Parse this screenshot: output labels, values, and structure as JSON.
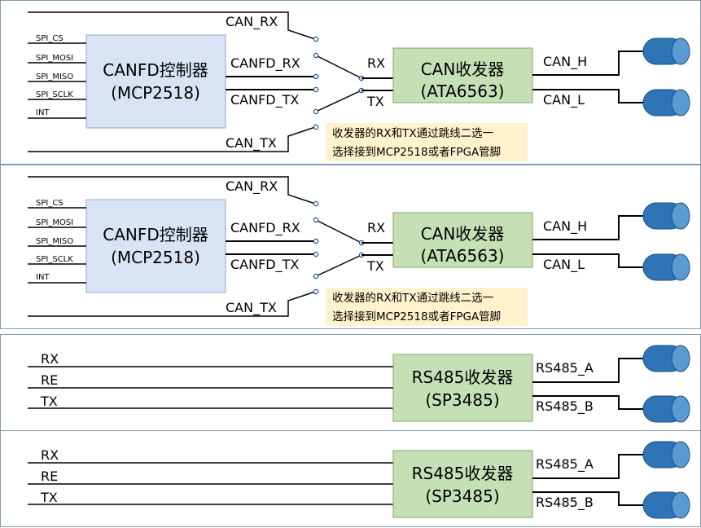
{
  "can_panels": [
    {
      "controller": {
        "line1": "CANFD控制器",
        "line2": "(MCP2518)"
      },
      "pins": [
        "SPI_CS",
        "SPI_MOSI",
        "SPI_MISO",
        "SPI_SCLK",
        "INT"
      ],
      "can_rx": "CAN_RX",
      "canfd_rx": "CANFD_RX",
      "canfd_tx": "CANFD_TX",
      "can_tx": "CAN_TX",
      "rx": "RX",
      "tx": "TX",
      "transceiver": {
        "line1": "CAN收发器",
        "line2": "(ATA6563)"
      },
      "can_h": "CAN_H",
      "can_l": "CAN_L",
      "note": {
        "line1": "收发器的RX和TX通过跳线二选一",
        "line2": "选择接到MCP2518或者FPGA管脚"
      }
    },
    {
      "controller": {
        "line1": "CANFD控制器",
        "line2": "(MCP2518)"
      },
      "pins": [
        "SPI_CS",
        "SPI_MOSI",
        "SPI_MISO",
        "SPI_SCLK",
        "INT"
      ],
      "can_rx": "CAN_RX",
      "canfd_rx": "CANFD_RX",
      "canfd_tx": "CANFD_TX",
      "can_tx": "CAN_TX",
      "rx": "RX",
      "tx": "TX",
      "transceiver": {
        "line1": "CAN收发器",
        "line2": "(ATA6563)"
      },
      "can_h": "CAN_H",
      "can_l": "CAN_L",
      "note": {
        "line1": "收发器的RX和TX通过跳线二选一",
        "line2": "选择接到MCP2518或者FPGA管脚"
      }
    }
  ],
  "rs485_panels": [
    {
      "rx": "RX",
      "re": "RE",
      "tx": "TX",
      "transceiver": {
        "line1": "RS485收发器",
        "line2": "(SP3485)"
      },
      "a": "RS485_A",
      "b": "RS485_B"
    },
    {
      "rx": "RX",
      "re": "RE",
      "tx": "TX",
      "transceiver": {
        "line1": "RS485收发器",
        "line2": "(SP3485)"
      },
      "a": "RS485_A",
      "b": "RS485_B"
    }
  ]
}
